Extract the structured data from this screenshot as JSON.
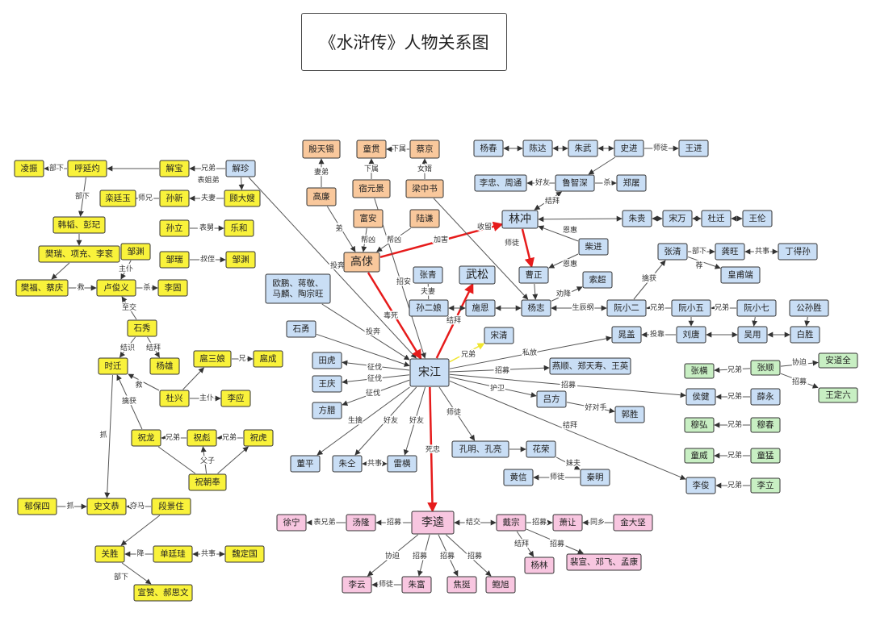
{
  "title": "《水浒传》人物关系图",
  "colors": {
    "yellow": "#f9f23b",
    "orange": "#f9c89c",
    "blue": "#c9def5",
    "pink": "#f8c6e0",
    "green": "#c8efc3",
    "red": "#e61b1b"
  },
  "nodes": {
    "n1": "凌振",
    "n2": "呼延灼",
    "n3": "解宝",
    "n4": "解珍",
    "n5": "韩韬、彭玘",
    "n6": "栾廷玉",
    "n7": "孙新",
    "n8": "顾大嫂",
    "n9": "樊瑞、项充、李衮",
    "n10": "孙立",
    "n11": "乐和",
    "n12": "邹渊",
    "n13": "樊福、蔡庆",
    "n14": "卢俊义",
    "n15": "李固",
    "n16": "邹瑞",
    "n17": "邹渊",
    "n18": "石秀",
    "n19": "时迁",
    "n20": "杨雄",
    "n21": "扈三娘",
    "n22": "扈成",
    "n23": "杜兴",
    "n24": "李应",
    "n25": "祝龙",
    "n26": "祝彪",
    "n27": "祝虎",
    "n28": "祝朝奉",
    "n29": "郁保四",
    "n30": "史文恭",
    "n31": "段景住",
    "n32": "关胜",
    "n33": "单廷珪",
    "n34": "魏定国",
    "n35": "宣赞、郝思文",
    "n36": "殷天锡",
    "n37": "童贯",
    "n38": "蔡京",
    "n39": "高廉",
    "n40": "宿元景",
    "n41": "梁中书",
    "n42": "富安",
    "n43": "陆谦",
    "n44": "高俅",
    "n45": "杨春",
    "n46": "陈达",
    "n47": "朱武",
    "n48": "史进",
    "n49": "王进",
    "n50": "李忠、周通",
    "n51": "鲁智深",
    "n52": "郑屠",
    "n53": "林冲",
    "n54": "朱贵",
    "n55": "宋万",
    "n56": "杜迁",
    "n57": "王伦",
    "n58": "柴进",
    "n59": "张青",
    "n60": "武松",
    "n61": "曹正",
    "n62": "孙二娘",
    "n63": "施恩",
    "n64": "杨志",
    "n65": "索超",
    "n66": "欧鹏、蒋敬、马麟、陶宗旺",
    "n67": "石勇",
    "n68": "张清",
    "n69": "龚旺",
    "n70": "丁得孙",
    "n71": "皇甫端",
    "n72": "阮小二",
    "n73": "阮小五",
    "n74": "阮小七",
    "n75": "公孙胜",
    "n76": "晁盖",
    "n77": "刘唐",
    "n78": "吴用",
    "n79": "白胜",
    "n80": "宋清",
    "n81": "田虎",
    "n82": "宋江",
    "n83": "燕顺、郑天寿、王英",
    "n84": "王庆",
    "n85": "方腊",
    "n86": "吕方",
    "n87": "郭胜",
    "n88": "侯健",
    "n89": "薛永",
    "n90": "张横",
    "n91": "张顺",
    "n92": "安道全",
    "n93": "王定六",
    "n94": "穆弘",
    "n95": "穆春",
    "n96": "童威",
    "n97": "童猛",
    "n98": "李俊",
    "n99": "李立",
    "n100": "孔明、孔亮",
    "n101": "花荣",
    "n102": "黄信",
    "n103": "秦明",
    "n104": "董平",
    "n105": "朱仝",
    "n106": "雷横",
    "n107": "徐宁",
    "n108": "汤隆",
    "n109": "李逵",
    "n110": "戴宗",
    "n111": "萧让",
    "n112": "金大坚",
    "n113": "杨林",
    "n114": "裴宣、邓飞、孟康",
    "n115": "李云",
    "n116": "朱富",
    "n117": "焦挺",
    "n118": "鲍旭"
  },
  "edge_labels": {
    "e_bugxia1": "部下",
    "e_xiongdi1": "兄弟",
    "e_biaojie": "表姐弟",
    "e_buxia2": "部下",
    "e_shixiong": "师兄",
    "e_fuqi1": "夫妻",
    "e_biaojiu": "表舅",
    "e_shuzhi": "叔侄",
    "e_zhupu1": "主仆",
    "e_jiu": "救",
    "e_sha1": "杀",
    "e_zhijiao": "至交",
    "e_jieshi": "结识",
    "e_jiebai1": "结拜",
    "e_jiu2": "救",
    "e_xiong2": "兄",
    "e_zhupu2": "主仆",
    "e_qinhuo1": "擒获",
    "e_zhua": "抓",
    "e_xiongdi2": "兄弟",
    "e_xiongdi3": "兄弟",
    "e_fuzi": "父子",
    "e_zhua2": "抓",
    "e_duoma": "夺马",
    "e_xiang": "降",
    "e_gongshi1": "共事",
    "e_buxia3": "部下",
    "e_qidi": "妻弟",
    "e_xiashu1": "下属",
    "e_xiashu2": "下属",
    "e_nvxu": "女婿",
    "e_di": "弟",
    "e_bangxiong1": "帮凶",
    "e_bangxiong2": "帮凶",
    "e_jiahai": "加害",
    "e_toubeng1": "投奔",
    "e_zhaoan": "招安",
    "e_shitu1": "师徒",
    "e_haoyou1": "好友",
    "e_sha2": "杀",
    "e_jiebai2": "结拜",
    "e_shitu2": "师徒",
    "e_enhui1": "恩惠",
    "e_enhui2": "恩惠",
    "e_shoufu": "收留",
    "e_fuqi2": "夫妻",
    "e_dushi": "毒死",
    "e_jiebai3": "结拜",
    "e_quanxiang": "劝降",
    "e_shengchengang": "生辰纲",
    "e_qinhuo2": "擒获",
    "e_buxia4": "部下",
    "e_gongshi2": "共事",
    "e_jian": "荐",
    "e_xiongdi4": "兄弟",
    "e_xiongdi5": "兄弟",
    "e_toukao": "投靠",
    "e_toubeng2": "投奔",
    "e_xiongdi6": "兄弟",
    "e_fangzong": "私放",
    "e_zhengfa1": "征伐",
    "e_zhengfa2": "征伐",
    "e_zhengfa3": "征伐",
    "e_zhaomu1": "招募",
    "e_huwei": "护卫",
    "e_duitou": "好对手",
    "e_zhaomu2": "招募",
    "e_xiongdi7": "兄弟",
    "e_bangjie": "协迫",
    "e_zhaomu3": "招募",
    "e_xiongdi8": "兄弟",
    "e_xiongdi9": "兄弟",
    "e_xiongdi10": "兄弟",
    "e_jiebai4": "结拜",
    "e_xiongdi11": "兄弟",
    "e_shitu3": "师徒",
    "e_meifu": "妹夫",
    "e_shitu4": "师徒",
    "e_shengqin": "生擒",
    "e_haoyou2": "好友",
    "e_haoyou3": "好友",
    "e_gongshi3": "共事",
    "e_sizhong": "死忠",
    "e_biaoxiongdi": "表兄弟",
    "e_zhaomu4": "招募",
    "e_jiejiao": "结交",
    "e_zhaomu5": "招募",
    "e_tongxiang": "同乡",
    "e_jiebai5": "结拜",
    "e_zhaomu6": "招募",
    "e_xiepo2": "协迫",
    "e_zhaomu7": "招募",
    "e_zhaomu8": "招募",
    "e_zhaomu9": "招募",
    "e_shitu5": "师徒"
  }
}
